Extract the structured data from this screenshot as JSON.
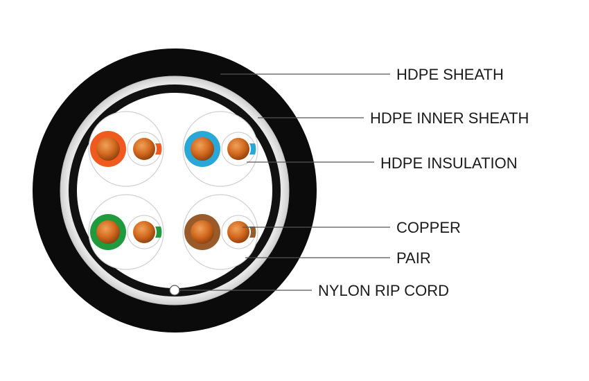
{
  "diagram": {
    "labels": {
      "hdpe_sheath": "HDPE SHEATH",
      "hdpe_inner_sheath": "HDPE INNER SHEATH",
      "hdpe_insulation": "HDPE INSULATION",
      "copper": "COPPER",
      "pair": "PAIR",
      "nylon_rip_cord": "NYLON RIP CORD"
    },
    "colors": {
      "outer_sheath": "#0b0b0b",
      "inner_sheath": "#f2f2f2",
      "copper": "#d2691e",
      "pair_orange": "#f05a1e",
      "pair_blue": "#29a8d8",
      "pair_green": "#1f9a3c",
      "pair_brown": "#9a5b2a",
      "white_insulation": "#ffffff"
    },
    "pairs": [
      "orange",
      "blue",
      "green",
      "brown"
    ]
  }
}
